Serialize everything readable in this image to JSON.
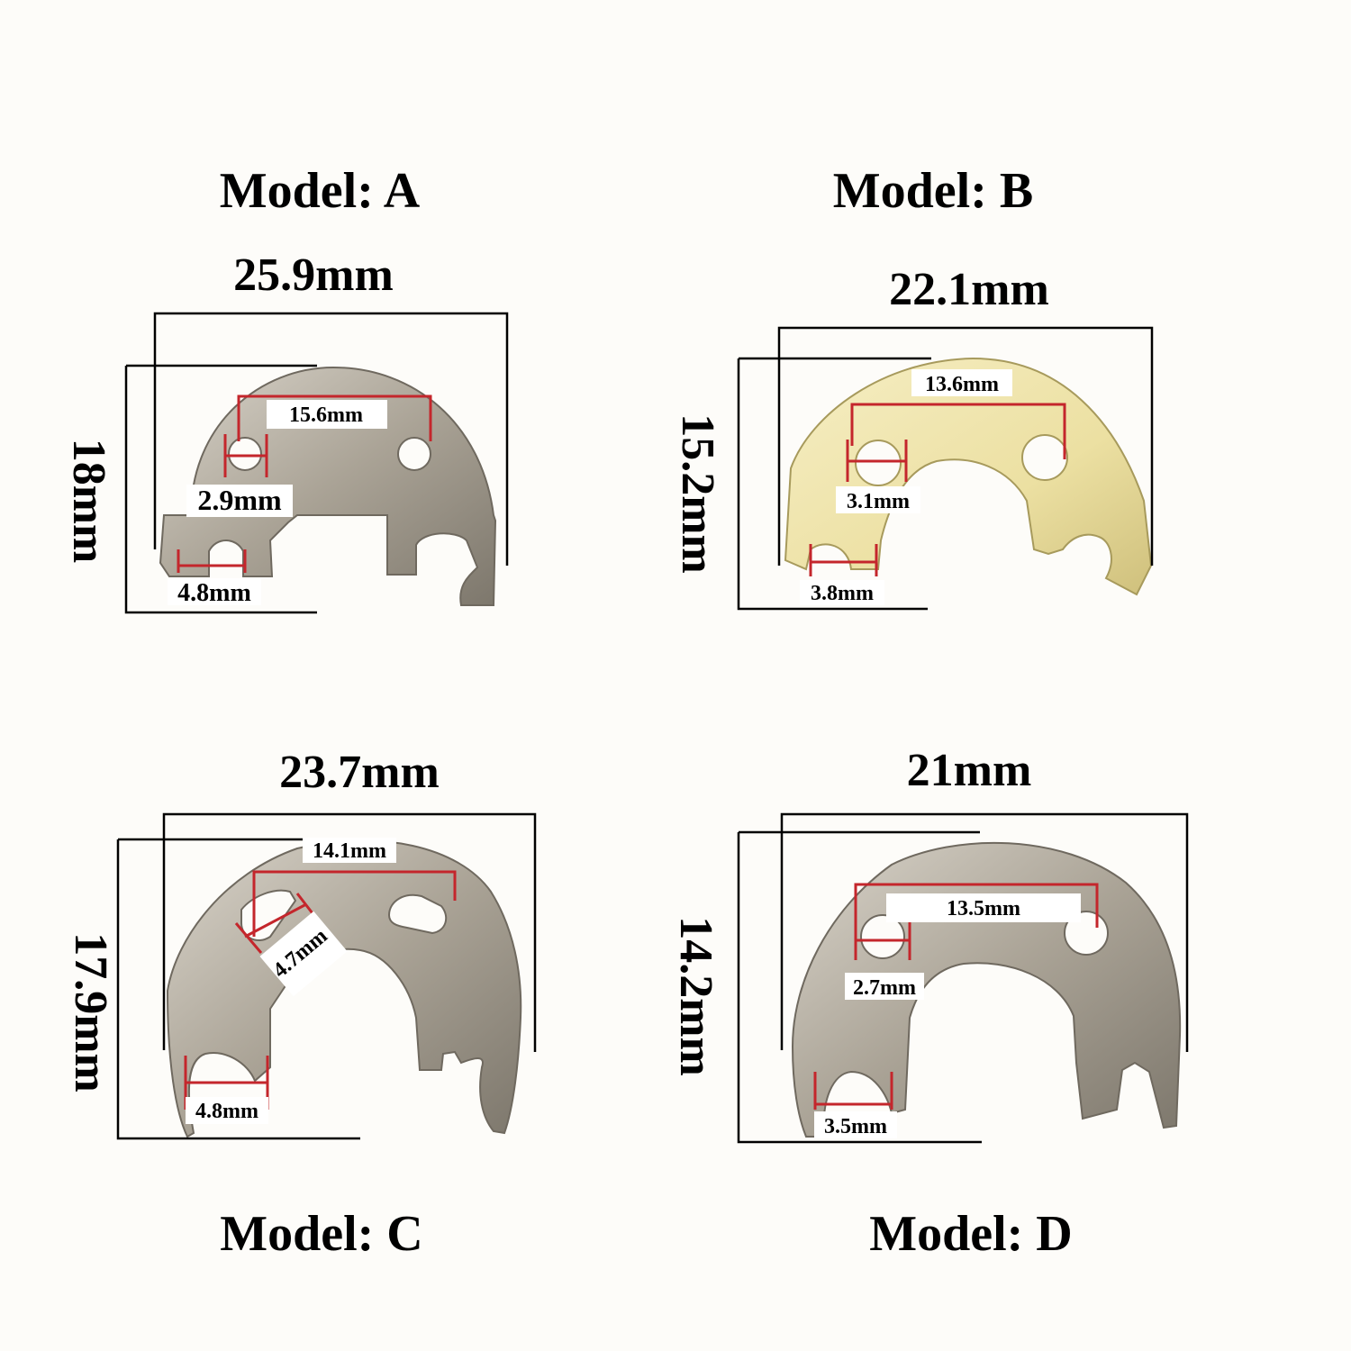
{
  "colors": {
    "background": "#fdfcf9",
    "silver_part": "#b7b0a4",
    "gold_part": "#efe5ac",
    "dimension_red": "#c4262c",
    "frame_black": "#000000"
  },
  "panels": [
    {
      "model_label": "Model: A",
      "width_label": "25.9mm",
      "height_label": "18mm",
      "hole_spacing_label": "15.6mm",
      "small_hole_label": "2.9mm",
      "slot_label": "4.8mm"
    },
    {
      "model_label": "Model: B",
      "width_label": "22.1mm",
      "height_label": "15.2mm",
      "hole_spacing_label": "13.6mm",
      "small_hole_label": "3.1mm",
      "slot_label": "3.8mm"
    },
    {
      "model_label": "Model: C",
      "width_label": "23.7mm",
      "height_label": "17.9mm",
      "hole_spacing_label": "14.1mm",
      "small_hole_label": "4.7mm",
      "slot_label": "4.8mm"
    },
    {
      "model_label": "Model: D",
      "width_label": "21mm",
      "height_label": "14.2mm",
      "hole_spacing_label": "13.5mm",
      "small_hole_label": "2.7mm",
      "slot_label": "3.5mm"
    }
  ]
}
